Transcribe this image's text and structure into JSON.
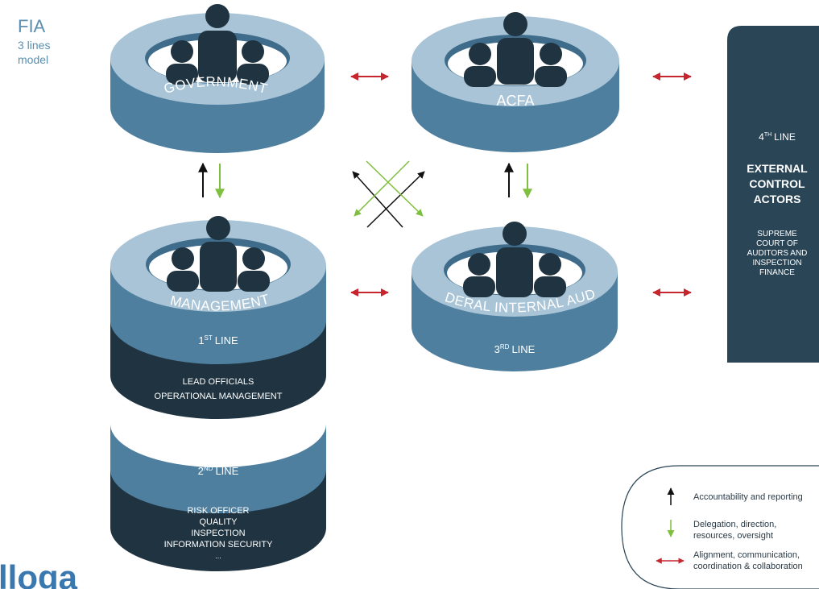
{
  "corner": {
    "title": "FIA",
    "subtitle_line1": "3 lines",
    "subtitle_line2": "model"
  },
  "cylinders": {
    "government": "GOVERNMENT",
    "acfa": "ACFA",
    "management": "MANAGEMENT",
    "federal_audit": "FEDERAL INTERNAL AUDIT"
  },
  "management_stack": {
    "line1": {
      "number": "1",
      "suffix": "ST",
      "word": "LINE",
      "text1": "LEAD OFFICIALS",
      "text2": "OPERATIONAL MANAGEMENT"
    },
    "line2": {
      "number": "2",
      "suffix": "ND",
      "word": "LINE",
      "text1": "RISK OFFICER",
      "text2": "QUALITY",
      "text3": "INSPECTION",
      "text4": "INFORMATION SECURITY",
      "text5": "..."
    }
  },
  "audit_line": {
    "number": "3",
    "suffix": "RD",
    "word": "LINE"
  },
  "external_panel": {
    "line_number": "4",
    "line_suffix": "TH",
    "line_word": "LINE",
    "title1": "EXTERNAL",
    "title2": "CONTROL",
    "title3": "ACTORS",
    "sub1": "SUPREME",
    "sub2": "COURT OF",
    "sub3": "AUDITORS AND",
    "sub4": "INSPECTION",
    "sub5": "FINANCE"
  },
  "legend": {
    "accountability": "Accountability and reporting",
    "delegation1": "Delegation, direction,",
    "delegation2": "resources, oversight",
    "alignment1": "Alignment, communication,",
    "alignment2": "coordination & collaboration"
  },
  "bottom_text": "lloga",
  "colors": {
    "ring_light": "#a8c4d6",
    "ring_mid": "#4f7f9e",
    "ring_dark": "#3e6c8a",
    "navy": "#1f3340",
    "panel": "#2a4556",
    "accent_red": "#c8262f",
    "accent_green": "#7fbf3f",
    "corner_blue": "#5a8fb0",
    "bottom_text": "#3a78b0"
  }
}
